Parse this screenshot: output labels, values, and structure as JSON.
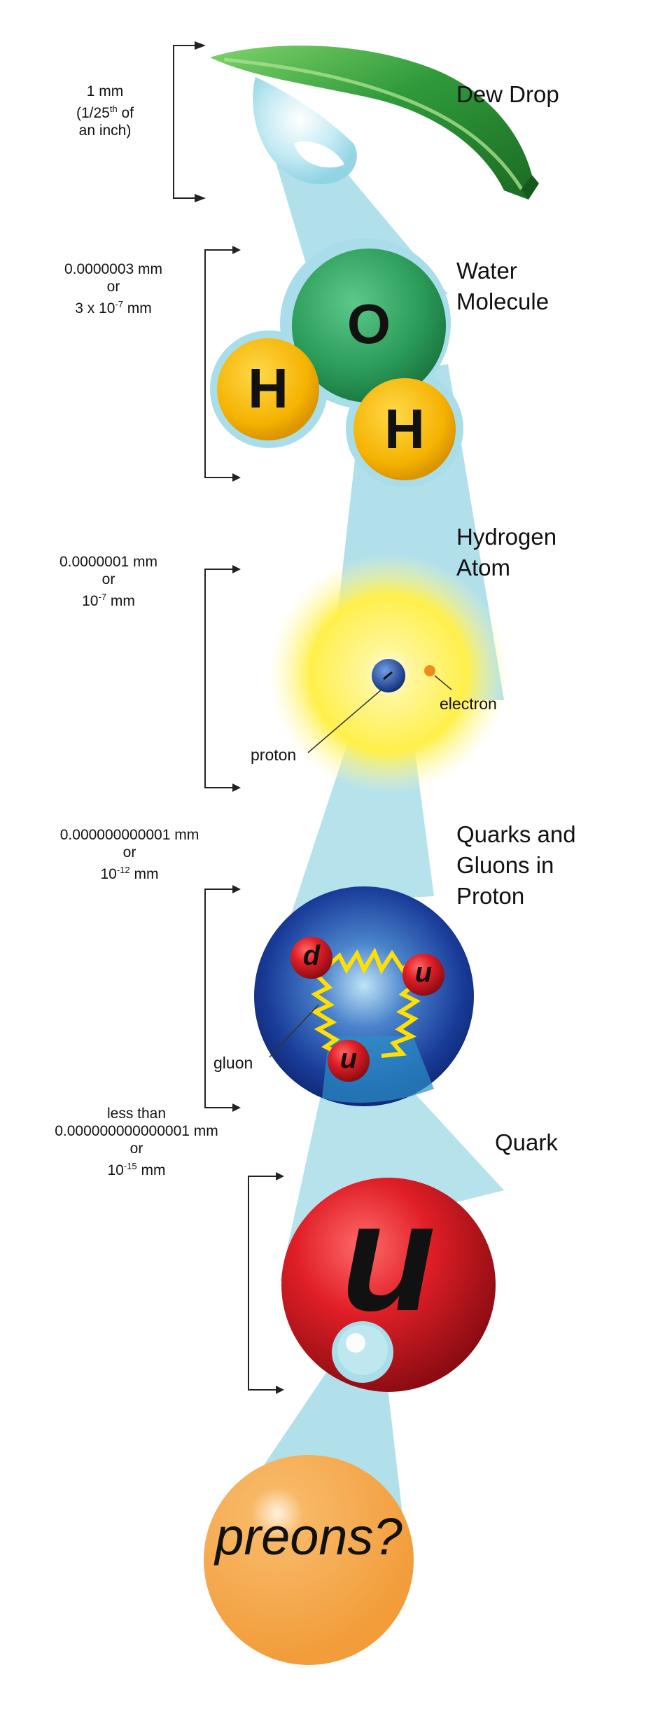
{
  "levels": [
    {
      "title": "Dew Drop",
      "scale": {
        "line1": "1 mm",
        "line2_pre": "(1/25",
        "line2_sup": "th",
        "line2_post": " of",
        "line3": "an inch)"
      }
    },
    {
      "title_line1": "Water",
      "title_line2": "Molecule",
      "scale": {
        "line1": "0.0000003 mm",
        "line2": "or",
        "line3_pre": "3 x 10",
        "line3_sup": "-7",
        "line3_post": "  mm"
      },
      "atoms": {
        "oxygen": "O",
        "hydrogen_left": "H",
        "hydrogen_right": "H"
      }
    },
    {
      "title_line1": "Hydrogen",
      "title_line2": "Atom",
      "scale": {
        "line1": "0.0000001 mm",
        "line2": "or",
        "line3_pre": "10",
        "line3_sup": "-7",
        "line3_post": "  mm"
      },
      "labels": {
        "electron": "electron",
        "proton": "proton"
      }
    },
    {
      "title_line1": "Quarks and",
      "title_line2": "Gluons in",
      "title_line3": "Proton",
      "scale": {
        "line1": "0.000000000001 mm",
        "line2": "or",
        "line3_pre": "10",
        "line3_sup": "-12",
        "line3_post": " mm"
      },
      "quarks": {
        "top_left": "d",
        "right": "u",
        "bottom": "u"
      },
      "labels": {
        "gluon": "gluon"
      }
    },
    {
      "title": "Quark",
      "scale": {
        "line1": "less than",
        "line2": "0.000000000000001 mm",
        "line3": "or",
        "line4_pre": "10",
        "line4_sup": "-15",
        "line4_post": " mm"
      },
      "quark_letter": "u"
    },
    {
      "label": "preons?"
    }
  ],
  "colors": {
    "beam": "#a8dde8",
    "leaf": "#2e8b3a",
    "oxygen": "#2e9e5e",
    "hydrogen": "#f5b800",
    "atom_glow": "#fff27a",
    "proton_blue": "#1d3f9c",
    "quark_red": "#d41c24",
    "gluon": "#ffe000",
    "preon": "#f6a94a",
    "bracket": "#222222"
  }
}
